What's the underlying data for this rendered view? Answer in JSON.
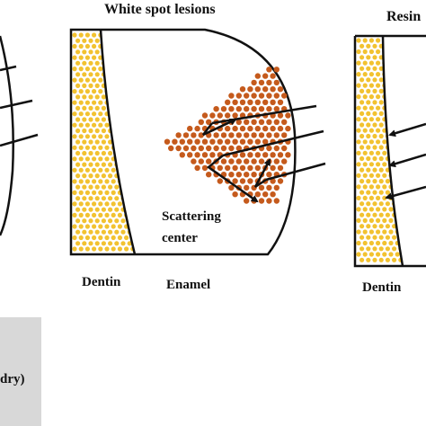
{
  "labels": {
    "white_spot_lesions": "White spot lesions",
    "resin_partial": "Resin",
    "scattering_line1": "Scattering",
    "scattering_line2": "center",
    "dentin_middle": "Dentin",
    "enamel": "Enamel",
    "dentin_right": "Dentin",
    "dry_partial": "dry)"
  },
  "colors": {
    "dentin_dots": "#f2c230",
    "lesion_dots": "#c55a1c",
    "outline": "#111111",
    "panel_gray": "#d8d8d8"
  }
}
